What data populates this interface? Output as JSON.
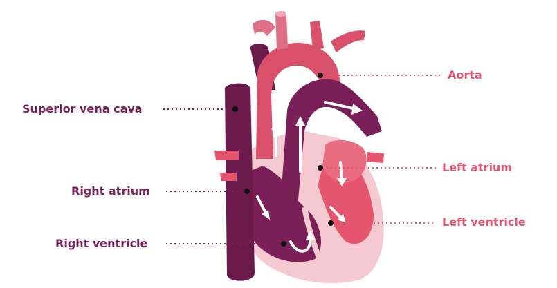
{
  "labels": {
    "aorta": "Aorta",
    "superior_vena_cava": "Superior vena cava",
    "left_atrium": "Left atrium",
    "right_atrium": "Right atrium",
    "left_ventricle": "Left ventricle",
    "right_ventricle": "Right ventricle"
  },
  "colors": {
    "deoxygenated": "#7a1f57",
    "oxygenated": "#e5566e",
    "heart_wall": "#f5c9d0",
    "arrow": "#ffffff"
  }
}
